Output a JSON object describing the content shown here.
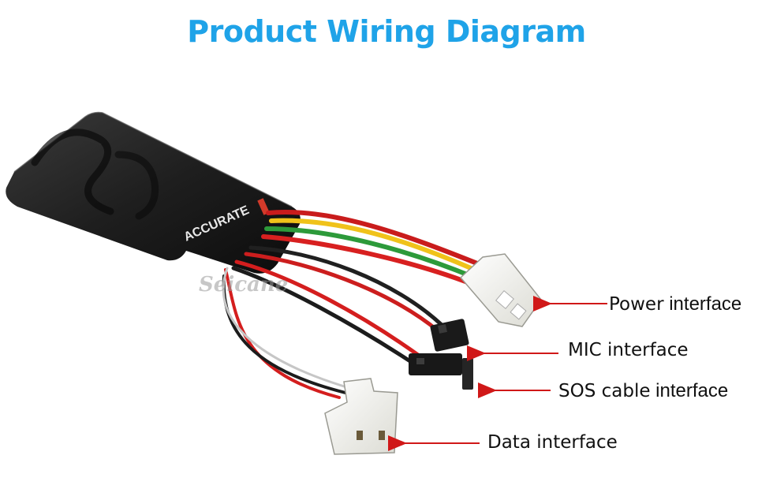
{
  "title": "Product Wiring Diagram",
  "watermark": "Seicane",
  "device_brand": "ACCURATE",
  "labels": {
    "power": {
      "main": "Power",
      "suffix": " interface"
    },
    "mic": {
      "main": "MIC interface"
    },
    "sos": {
      "main": "SOS cable",
      "suffix": " interface"
    },
    "data": {
      "main": "Data interface"
    }
  },
  "colors": {
    "title": "#1fa3e8",
    "arrow": "#d01818",
    "device": "#1c1c1c",
    "connector": "#f4f4f0"
  }
}
